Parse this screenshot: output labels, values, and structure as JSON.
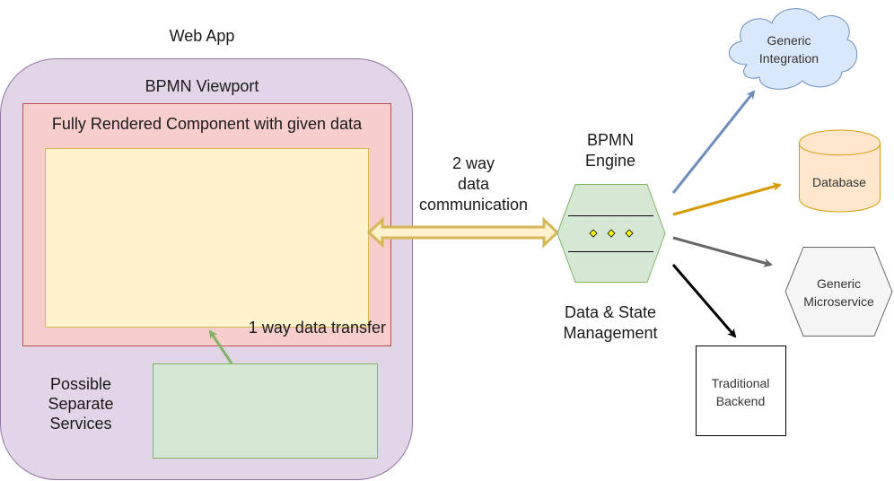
{
  "web_app": {
    "title": "Web App",
    "viewport": {
      "title": "BPMN Viewport",
      "component": {
        "title": "Fully Rendered Component with given data"
      }
    },
    "services_label": "Possible\nSeparate\nServices",
    "one_way_label": "1 way data transfer"
  },
  "two_way_label": "2 way\ndata\ncommunication",
  "engine": {
    "title": "BPMN\nEngine",
    "subtitle": "Data & State\nManagement"
  },
  "targets": {
    "integration": "Generic\nIntegration",
    "database": "Database",
    "microservice": "Generic\nMicroservice",
    "backend": "Traditional\nBackend"
  },
  "colors": {
    "web_app_fill": "#e1d5e7",
    "web_app_stroke": "#9673a6",
    "component_fill": "#f8cecc",
    "component_stroke": "#b85450",
    "inner_fill": "#fff2cc",
    "inner_stroke": "#d6b656",
    "services_fill": "#d5e8d4",
    "services_stroke": "#82b366",
    "engine_fill": "#d5e8d4",
    "engine_stroke": "#82b366",
    "integration_fill": "#dae8fc",
    "integration_stroke": "#6c8ebf",
    "database_fill": "#ffe6cc",
    "database_stroke": "#d79b00",
    "microservice_fill": "#f5f5f5",
    "microservice_stroke": "#666666",
    "backend_fill": "#ffffff",
    "backend_stroke": "#000000",
    "arrow_integration": "#6c8ebf",
    "arrow_database": "#d79b00",
    "arrow_microservice": "#666666",
    "arrow_backend": "#000000",
    "arrow_one_way": "#82b366",
    "arrow_two_way_fill": "#fff2cc",
    "arrow_two_way_stroke": "#d6b656",
    "diamond_fill": "#ffff00"
  }
}
